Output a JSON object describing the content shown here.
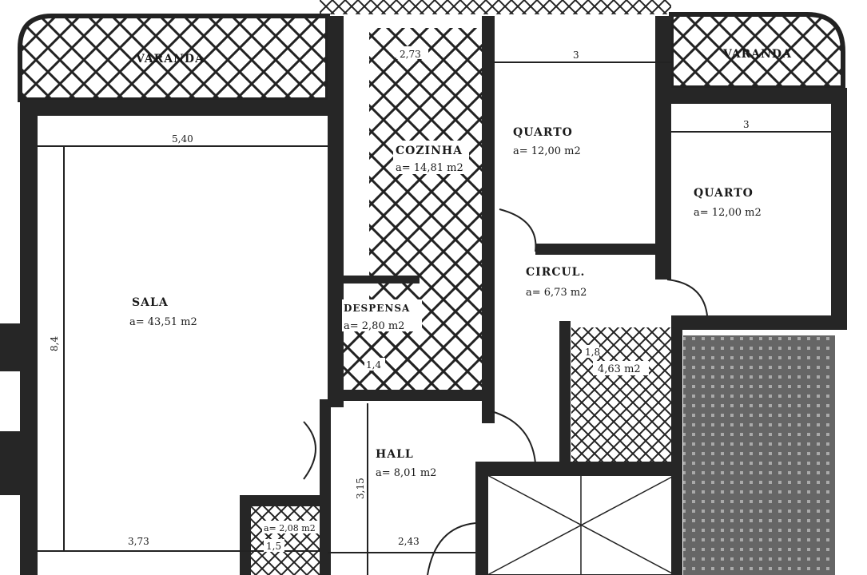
{
  "plan": {
    "rooms": {
      "varanda_left": {
        "label": "VARANDA"
      },
      "varanda_right": {
        "label": "VARANDA"
      },
      "sala": {
        "label": "SALA",
        "area": "a= 43,51 m2"
      },
      "cozinha": {
        "label": "COZINHA",
        "area": "a= 14,81 m2"
      },
      "quarto_1": {
        "label": "QUARTO",
        "area": "a= 12,00 m2"
      },
      "quarto_2": {
        "label": "QUARTO",
        "area": "a= 12,00 m2"
      },
      "circul": {
        "label": "CIRCUL.",
        "area": "a= 6,73 m2"
      },
      "despensa": {
        "label": "DESPENSA",
        "area": "a= 2,80 m2"
      },
      "bath": {
        "area": "4,63 m2"
      },
      "hall": {
        "label": "HALL",
        "area": "a= 8,01 m2"
      },
      "wc": {
        "area": "a= 2,08 m2"
      }
    },
    "dimensions": {
      "sala_width": "5,40",
      "sala_depth": "8,4",
      "sala_bottom": "3,73",
      "cozinha_width": "2,73",
      "quarto_1_width": "3",
      "quarto_2_width": "3",
      "despensa_width": "1,4",
      "bath_width": "1,8",
      "hall_depth": "3,15",
      "hall_width": "2,43",
      "wc_width": "1,5"
    },
    "colors": {
      "wall": "#262626",
      "background": "#ffffff"
    }
  }
}
